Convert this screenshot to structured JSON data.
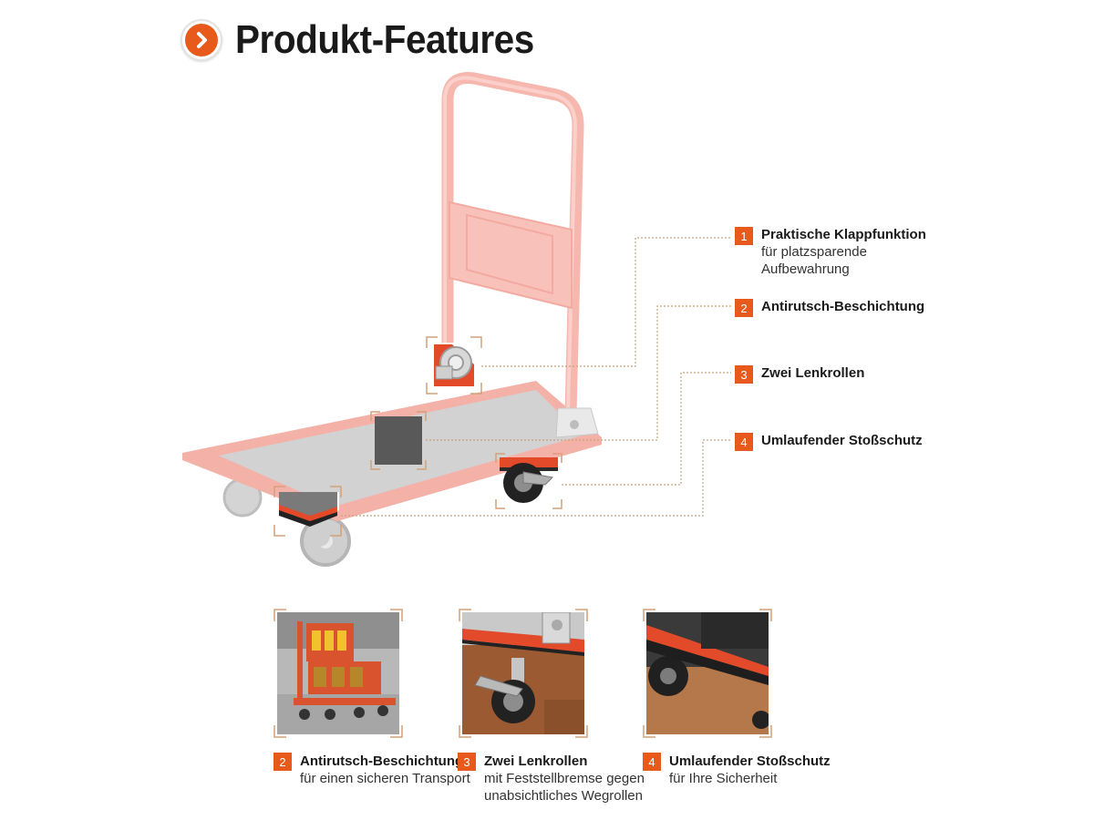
{
  "header": {
    "title": "Produkt-Features",
    "icon": "chevron-right-icon",
    "accent": "#e8591c"
  },
  "features": [
    {
      "number": "1",
      "title": "Praktische Klappfunktion",
      "desc_lines": [
        "für platzsparende",
        "Aufbewahrung"
      ]
    },
    {
      "number": "2",
      "title": "Antirutsch-Beschichtung",
      "desc_lines": []
    },
    {
      "number": "3",
      "title": "Zwei Lenkrollen",
      "desc_lines": []
    },
    {
      "number": "4",
      "title": "Umlaufender Stoßschutz",
      "desc_lines": []
    }
  ],
  "details": [
    {
      "number": "2",
      "title": "Antirutsch-Beschichtung",
      "desc_lines": [
        "für einen sicheren Transport"
      ]
    },
    {
      "number": "3",
      "title": "Zwei Lenkrollen",
      "desc_lines": [
        "mit Feststellbremse gegen",
        "unabsichtliches Wegrollen"
      ]
    },
    {
      "number": "4",
      "title": "Umlaufender Stoßschutz",
      "desc_lines": [
        "für Ihre Sicherheit"
      ]
    }
  ],
  "colors": {
    "accent": "#e8591c",
    "frame_pale": "#f3aaa2",
    "deck_grey": "#cfcfcf",
    "callout_line": "#c9a27a"
  }
}
